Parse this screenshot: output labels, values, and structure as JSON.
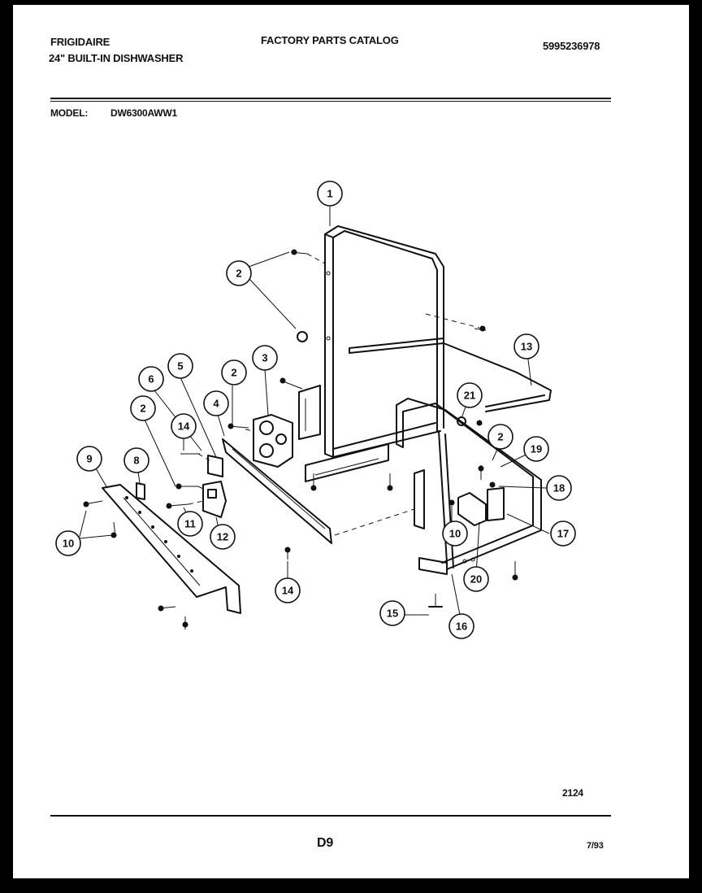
{
  "header": {
    "brand": "FRIGIDAIRE",
    "product": "24\" BUILT-IN DISHWASHER",
    "catalog_title": "FACTORY PARTS CATALOG",
    "catalog_number": "5995236978"
  },
  "model": {
    "label": "MODEL:",
    "value": "DW6300AWW1"
  },
  "callouts": [
    "1",
    "2",
    "2",
    "2",
    "2",
    "3",
    "4",
    "5",
    "6",
    "8",
    "9",
    "10",
    "10",
    "11",
    "12",
    "13",
    "14",
    "14",
    "15",
    "16",
    "17",
    "18",
    "19",
    "20",
    "21"
  ],
  "footer": {
    "drawing_number": "2124",
    "page_code": "D9",
    "date": "7/93"
  }
}
